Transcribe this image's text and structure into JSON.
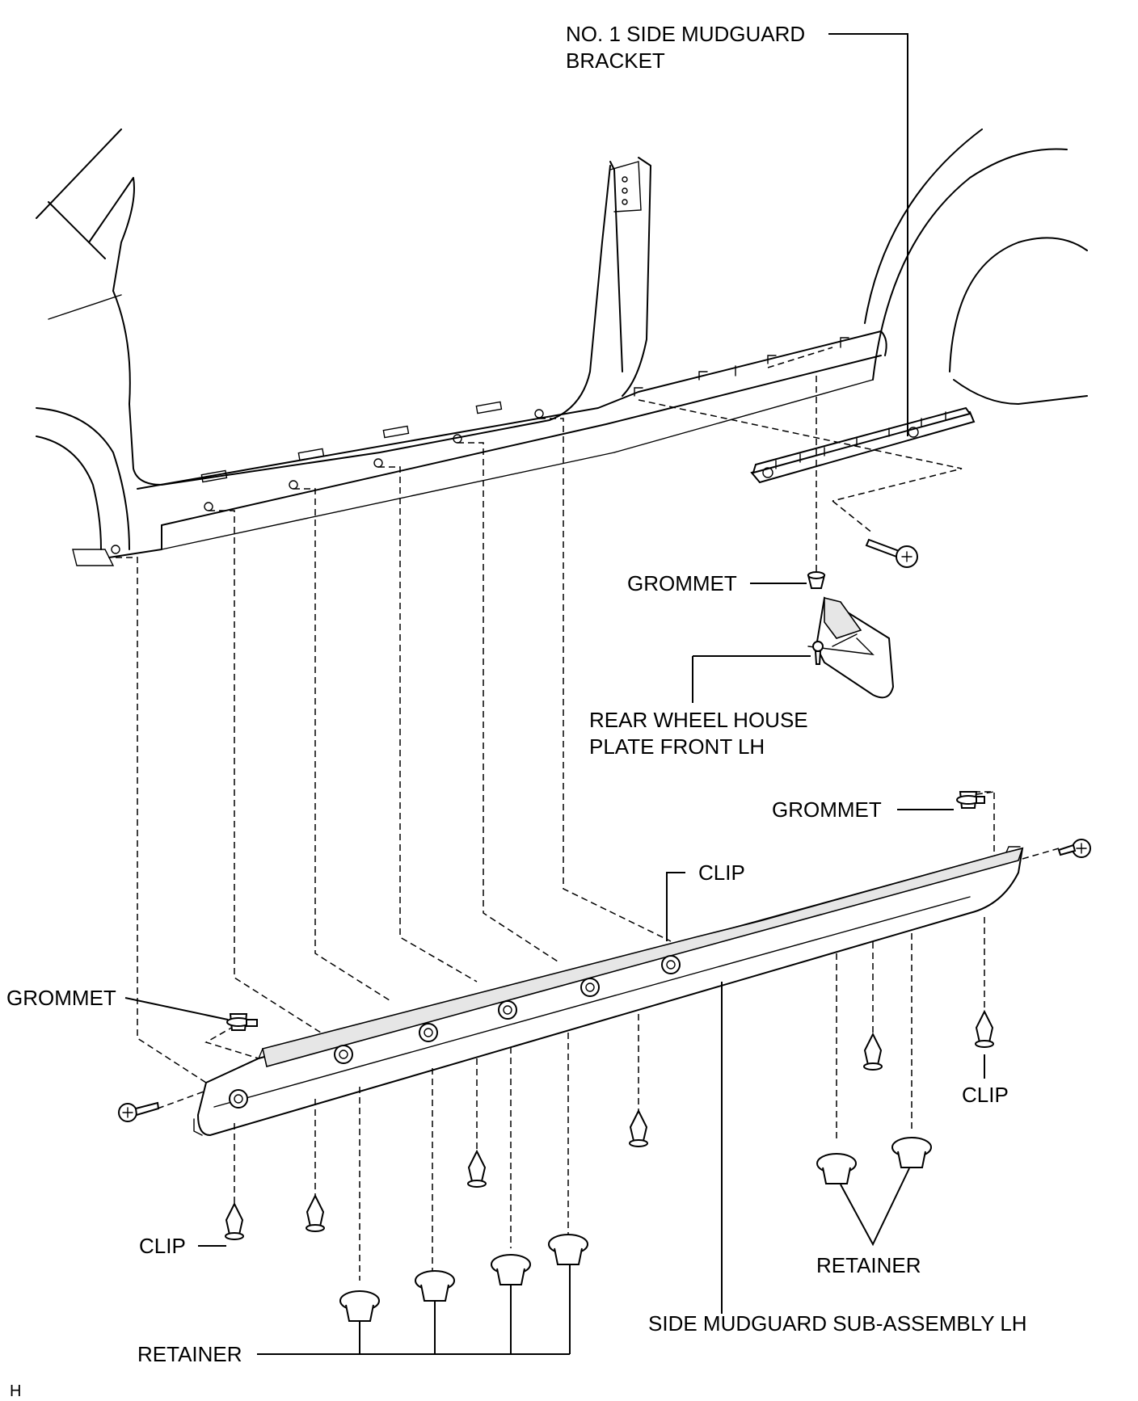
{
  "labels": {
    "bracket_line1": "NO. 1 SIDE MUDGUARD",
    "bracket_line2": "BRACKET",
    "grommet_upper": "GROMMET",
    "plate_line1": "REAR WHEEL HOUSE",
    "plate_line2": "PLATE FRONT LH",
    "grommet_right": "GROMMET",
    "clip_top": "CLIP",
    "grommet_left": "GROMMET",
    "clip_right": "CLIP",
    "clip_left": "CLIP",
    "retainer_right": "RETAINER",
    "mudguard": "SIDE MUDGUARD SUB-ASSEMBLY LH",
    "retainer_bottom": "RETAINER",
    "corner_mark": "H"
  },
  "icons": {
    "screw": "screw-icon",
    "clip": "clip-icon",
    "retainer": "retainer-icon",
    "grommet": "grommet-icon"
  }
}
